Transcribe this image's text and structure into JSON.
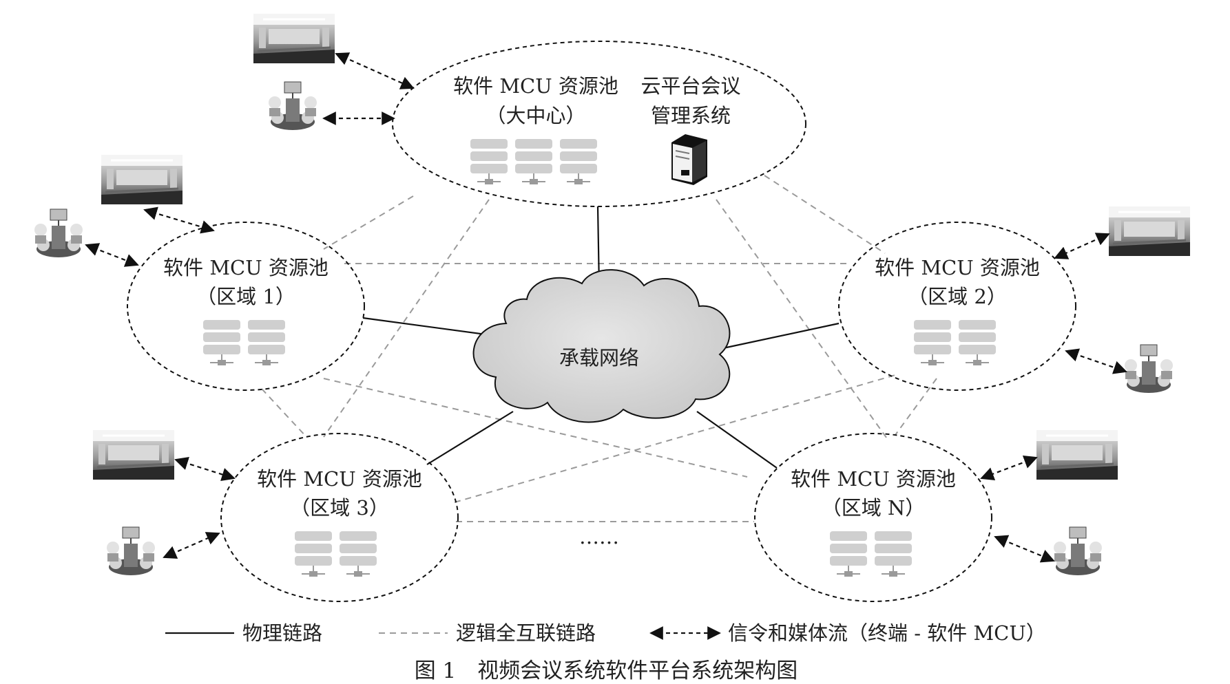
{
  "diagram": {
    "pools": {
      "center": {
        "line1": "软件 MCU 资源池",
        "line2": "（大中心）"
      },
      "region1": {
        "line1": "软件 MCU 资源池",
        "line2": "（区域 1）"
      },
      "region2": {
        "line1": "软件 MCU 资源池",
        "line2": "（区域 2）"
      },
      "region3": {
        "line1": "软件 MCU 资源池",
        "line2": "（区域 3）"
      },
      "regionN": {
        "line1": "软件 MCU 资源池",
        "line2": "（区域 N）"
      }
    },
    "cloud_mgmt": {
      "line1": "云平台会议",
      "line2": "管理系统"
    },
    "network_label": "承载网络",
    "ellipsis": "……",
    "legend": {
      "physical": "物理链路",
      "logical": "逻辑全互联链路",
      "signal": "信令和媒体流（终端 - 软件 MCU）"
    },
    "caption": "图 1　视频会议系统软件平台系统架构图"
  }
}
